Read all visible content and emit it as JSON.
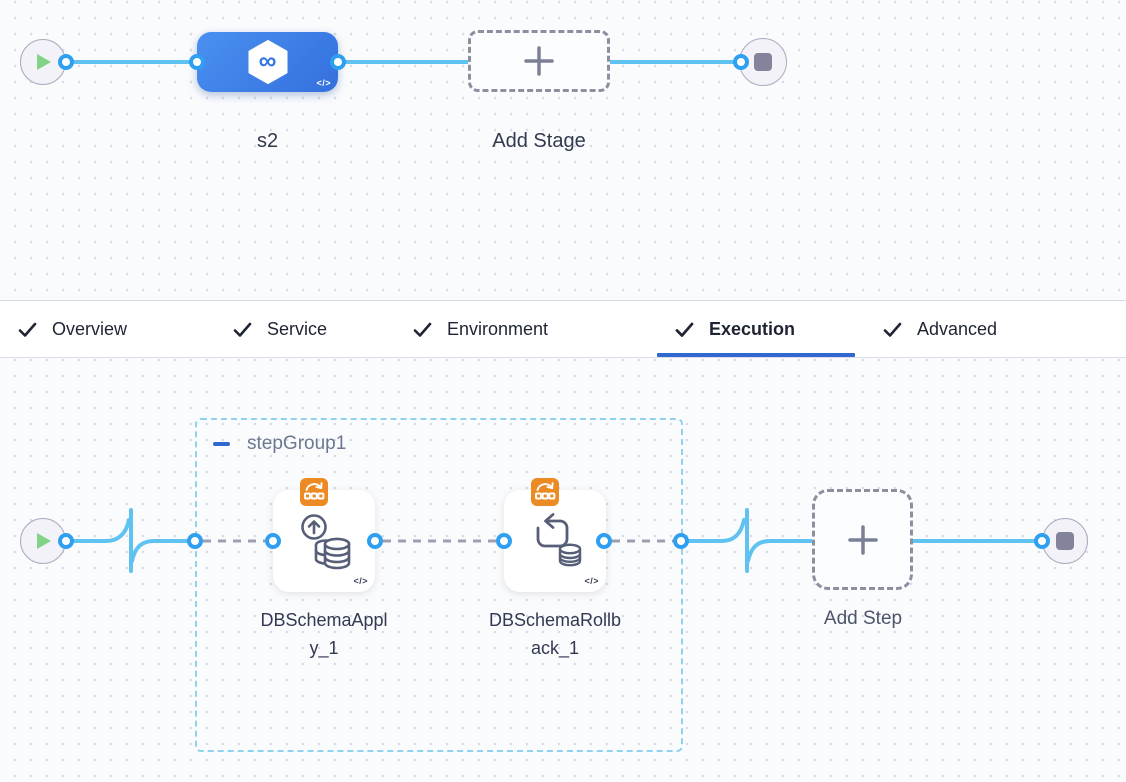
{
  "pipeline_canvas": {
    "stage": {
      "label": "s2"
    },
    "add_stage": {
      "label": "Add Stage"
    }
  },
  "tab_bar": {
    "tabs": [
      {
        "label": "Overview",
        "checked": true
      },
      {
        "label": "Service",
        "checked": true
      },
      {
        "label": "Environment",
        "checked": true
      },
      {
        "label": "Execution",
        "checked": true
      },
      {
        "label": "Advanced",
        "checked": true
      }
    ],
    "active_tab": "Execution"
  },
  "execution_canvas": {
    "step_group": {
      "label": "stepGroup1"
    },
    "steps": [
      {
        "label": "DBSchemaApply_1"
      },
      {
        "label": "DBSchemaRollback_1"
      }
    ],
    "add_step": {
      "label": "Add Step"
    }
  },
  "icons": {
    "code_glyph": "</>",
    "infinity_glyph": "∞"
  },
  "colors": {
    "wire_blue": "#5fc2f1",
    "connector_blue": "#2f9ff2",
    "stage_blue": "#3b7de8",
    "tab_underline": "#3068cf",
    "step_group_border": "#8ed2ee",
    "badge_orange": "#ec8a23",
    "dash_grey": "#9aa0b0"
  }
}
